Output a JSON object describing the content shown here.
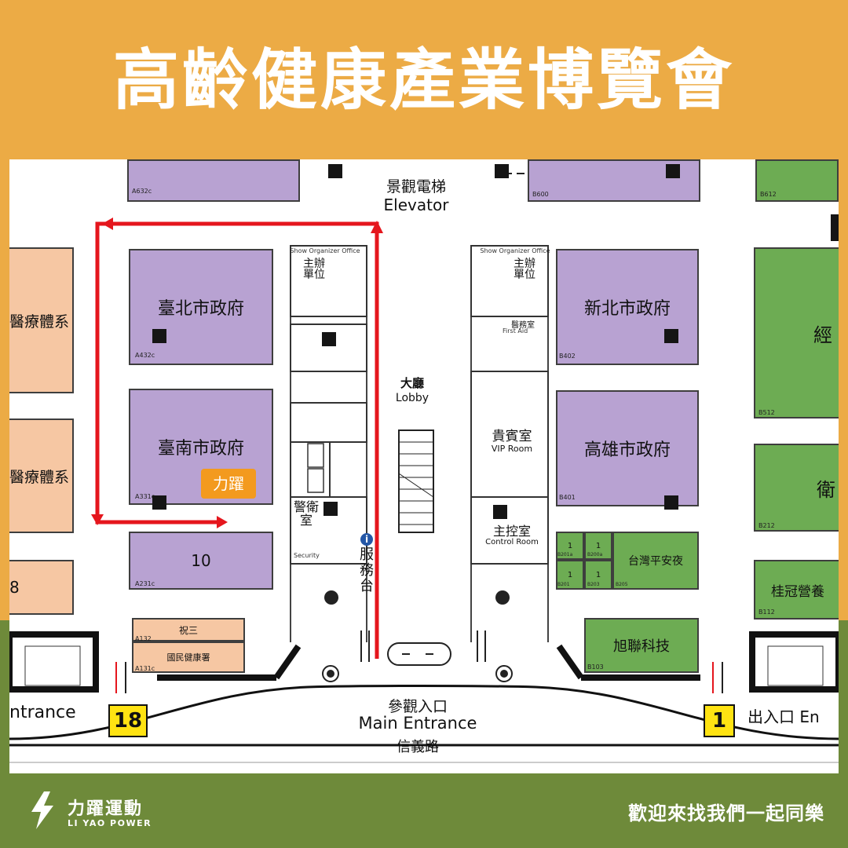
{
  "header": {
    "title": "高齡健康產業博覽會"
  },
  "map": {
    "elevator_zh": "景觀電梯",
    "elevator_en": "Elevator",
    "lobby_zh": "大廳",
    "lobby_en": "Lobby",
    "entrance_zh": "參觀入口",
    "entrance_en": "Main Entrance",
    "road": "信義路",
    "left_entrance": "ntrance",
    "right_exit": "出入口 En",
    "gate_left": "18",
    "gate_right": "1",
    "organizer_en": "Show Organizer Office",
    "organizer_zh": "主辦單位",
    "first_aid_zh": "醫務室",
    "first_aid_en": "First Aid",
    "security_zh": "警衛室",
    "security_en": "Security",
    "service_zh": "服務台",
    "vip_zh": "貴賓室",
    "vip_en": "VIP Room",
    "control_zh": "主控室",
    "control_en": "Control Room",
    "booths": {
      "taipei": "臺北市政府",
      "taipei_code": "A432c",
      "tainan": "臺南市政府",
      "tainan_code": "A331c",
      "b10": "10",
      "b10_code": "A231c",
      "newtaipei": "新北市政府",
      "newtaipei_code": "B402",
      "kaohsiung": "高雄市政府",
      "kaohsiung_code": "B401",
      "pingan": "台灣平安夜",
      "guiguan": "桂冠營養",
      "guiguan_code": "B112",
      "xulian": "旭聯科技",
      "xulian_code": "B103",
      "zhusan": "祝三",
      "zhusan_code": "A132",
      "hpa": "國民健康署",
      "hpa_code": "A131c",
      "left1": "醫療體系",
      "left2": "醫療體系",
      "left3": "8",
      "top_left_code": "A632c",
      "top_mid_code": "B600",
      "top_right_code": "B612",
      "right_green1": "經",
      "right_green1_code": "B512",
      "right_green2": "衛",
      "right_green2_code": "B212",
      "grid": [
        "1",
        "1",
        "1",
        "1"
      ],
      "grid_codes": [
        "B201a",
        "B200a",
        "B201",
        "B203",
        "B205"
      ]
    },
    "liyao_badge": "力躍"
  },
  "footer": {
    "brand_zh": "力躍運動",
    "brand_en": "LI YAO POWER",
    "tagline": "歡迎來找我們一起同樂"
  },
  "colors": {
    "banner": "#ecab45",
    "footer": "#6e8a3a",
    "purple_booth": "#b8a2d2",
    "green_booth": "#6dac53",
    "peach_booth": "#f6c7a3",
    "route": "#e5161d",
    "badge": "#f39a1e"
  }
}
